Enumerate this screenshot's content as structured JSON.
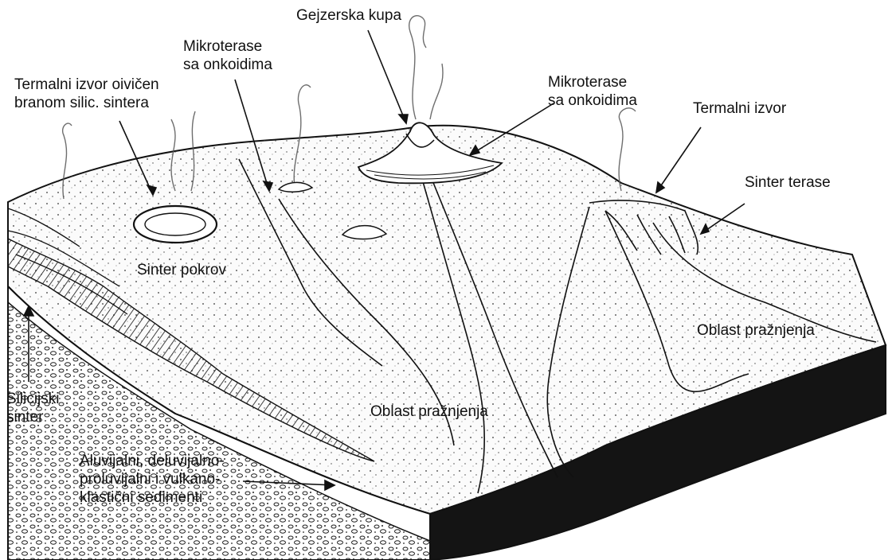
{
  "labels": {
    "geyser_cone": "Gejzerska kupa",
    "microterraces_left": [
      "Mikroterase",
      "sa onkoidima"
    ],
    "microterraces_right": [
      "Mikroterase",
      "sa onkoidima"
    ],
    "thermal_spring_dam": [
      "Termalni izvor oivičen",
      "branom silic. sintera"
    ],
    "thermal_spring": "Termalni izvor",
    "sinter_terraces": "Sinter terase",
    "sinter_cover": "Sinter pokrov",
    "discharge_area_right": "Oblast pražnjenja",
    "discharge_area_center": "Oblast pražnjenja",
    "siliceous_sinter": [
      "Silicijski",
      "sinter"
    ],
    "sediments": [
      "Aluvijalni, deluvijalno-",
      "proluvijalni i vulkano-",
      "klastični sedimenti"
    ]
  },
  "colors": {
    "ink": "#111111",
    "surface": "#fbfbfb",
    "shadow_face": "#141414"
  }
}
